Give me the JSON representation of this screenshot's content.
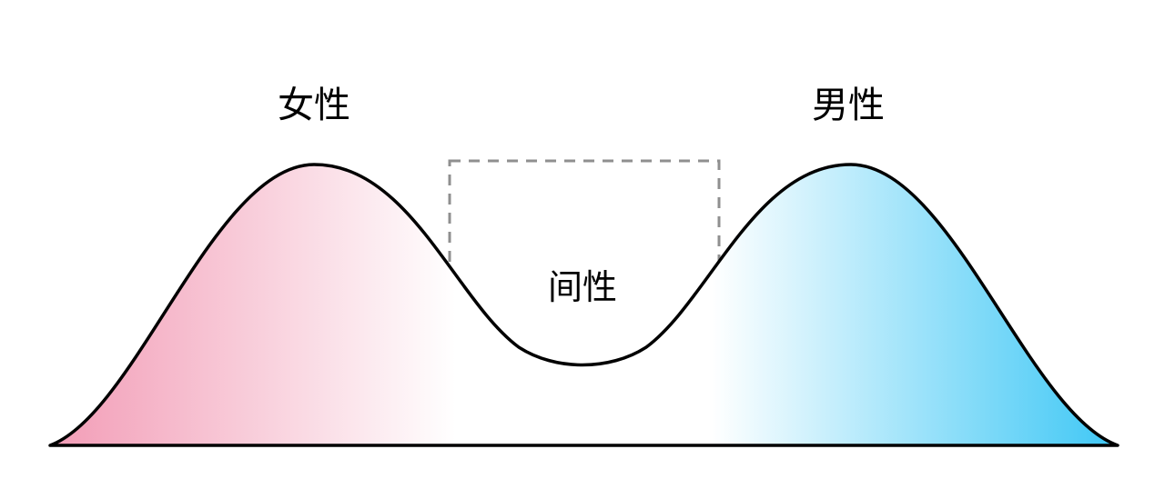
{
  "figure": {
    "title": "bimodal-sex-distribution-diagram",
    "labels": {
      "female": "女性",
      "male": "男性",
      "intersex": "间性"
    }
  },
  "colors": {
    "female_pink": "#f29cb6",
    "male_blue": "#3ec7f5",
    "middle_white": "#ffffff",
    "curve_stroke": "#000000",
    "dashed_box": "#8f8f8f",
    "background": "#ffffff"
  }
}
